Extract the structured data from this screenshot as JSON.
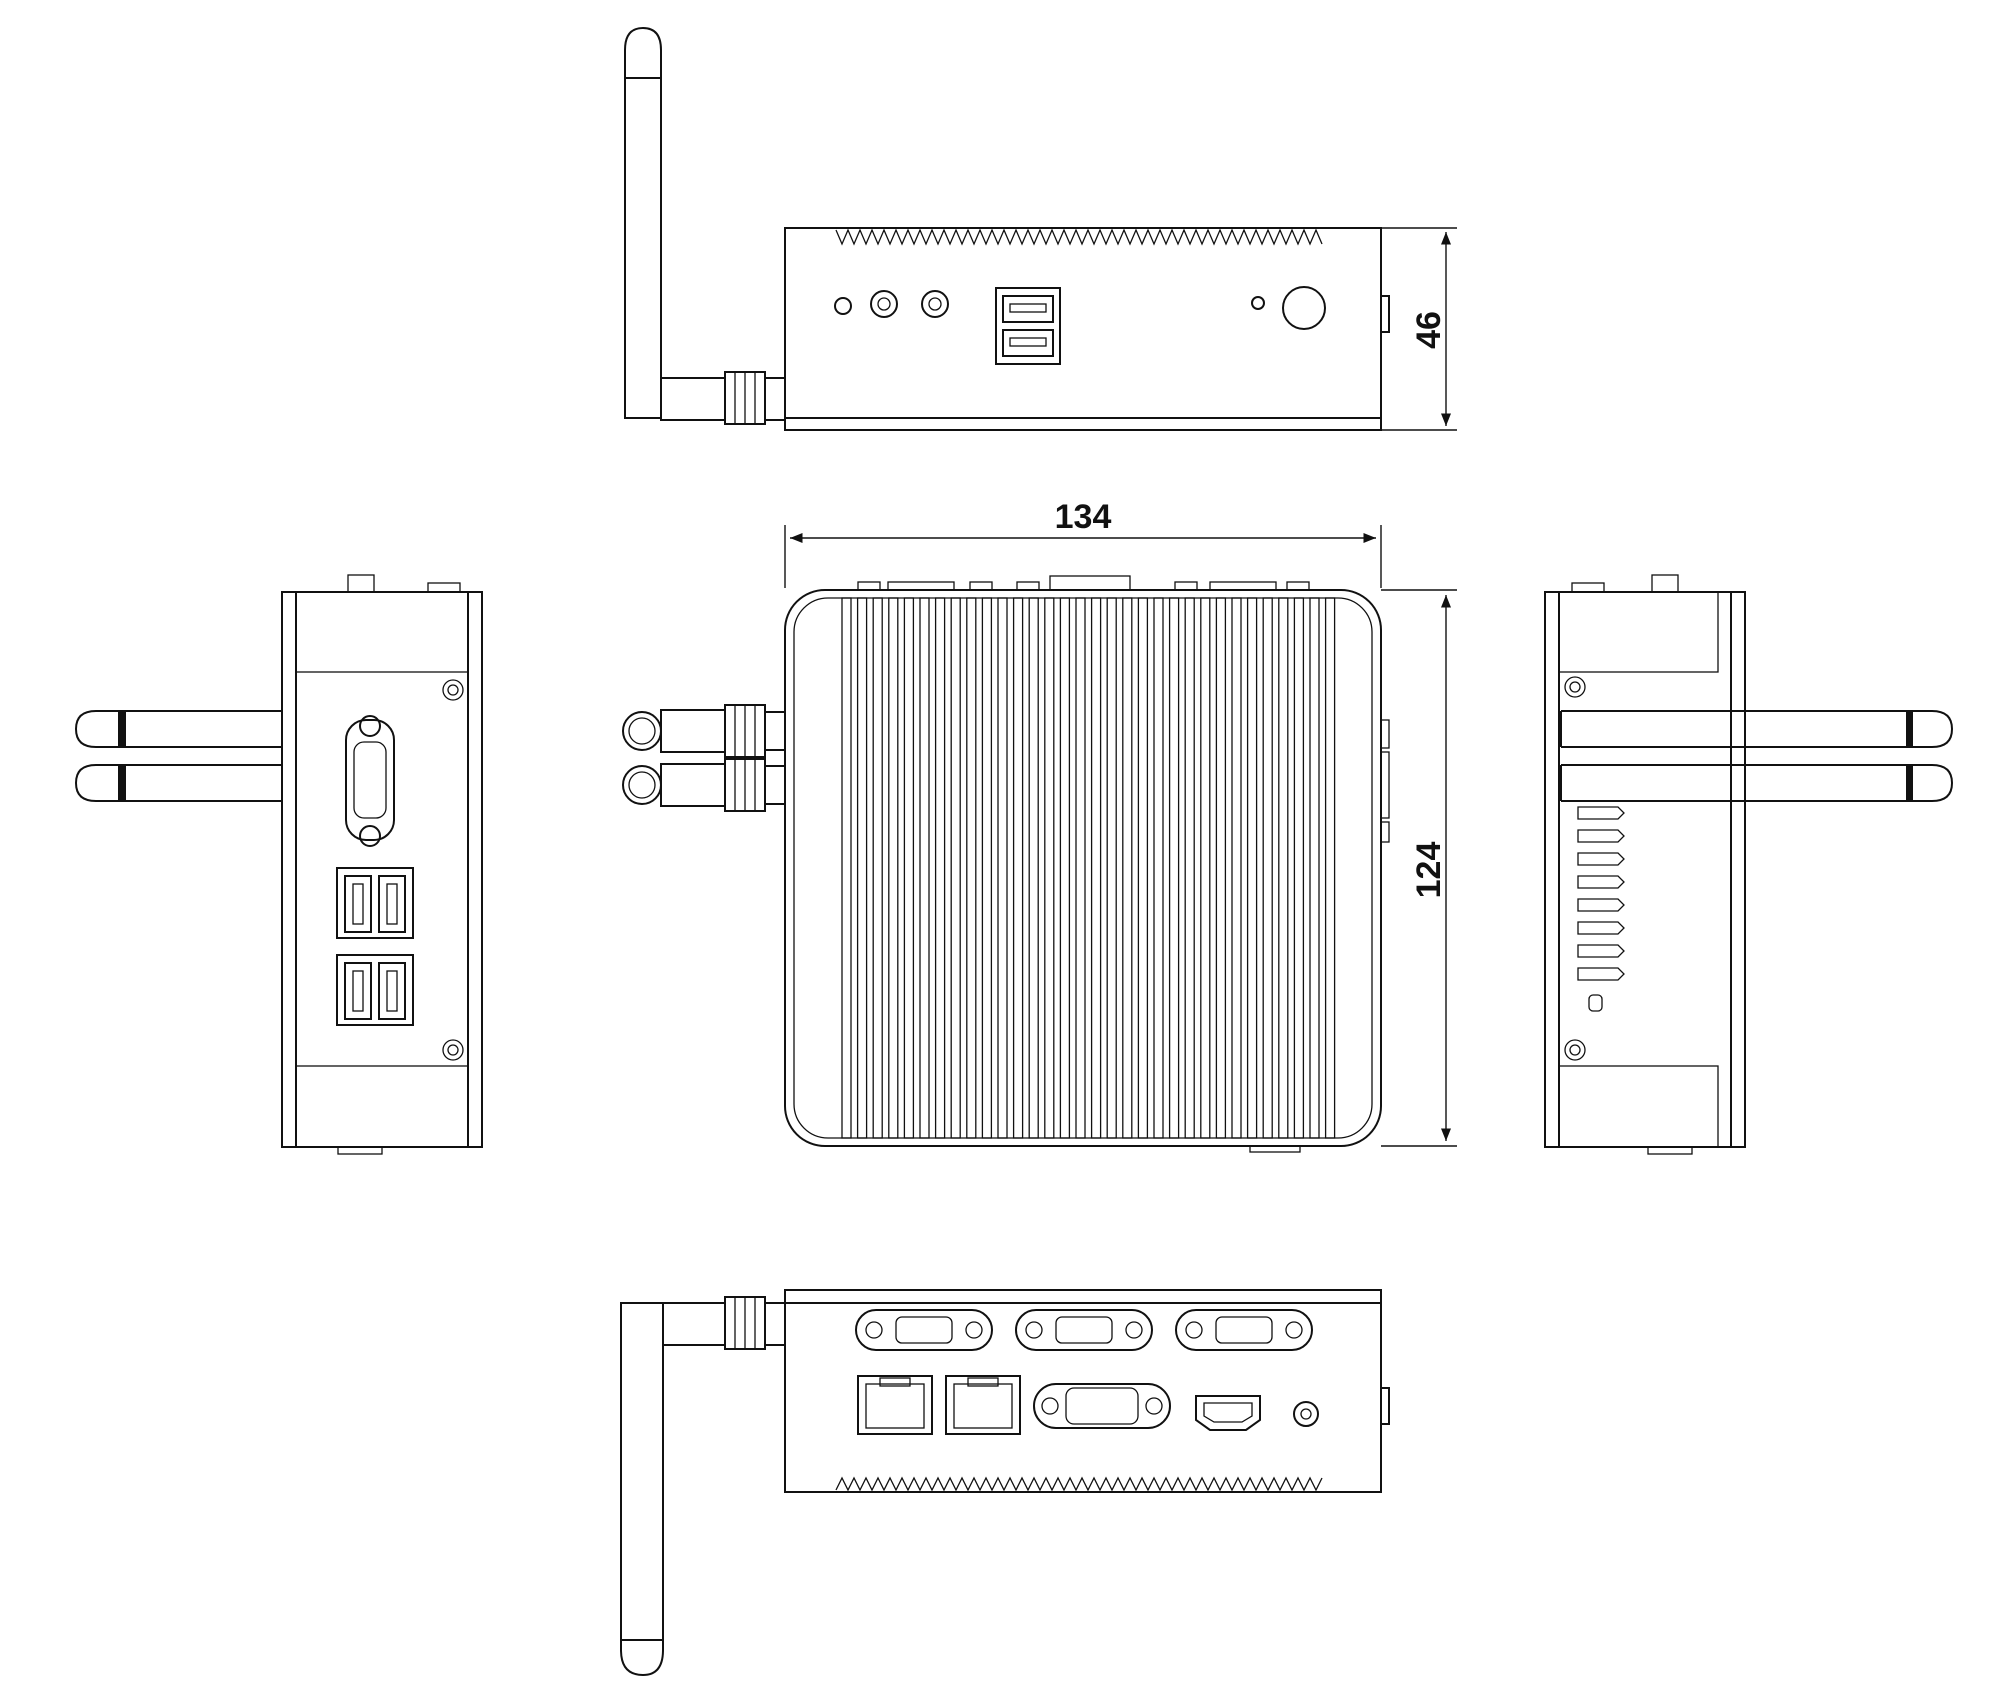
{
  "dimensions": {
    "width": "134",
    "depth": "124",
    "height": "46"
  },
  "colors": {
    "line": "#111111",
    "background": "#ffffff"
  }
}
